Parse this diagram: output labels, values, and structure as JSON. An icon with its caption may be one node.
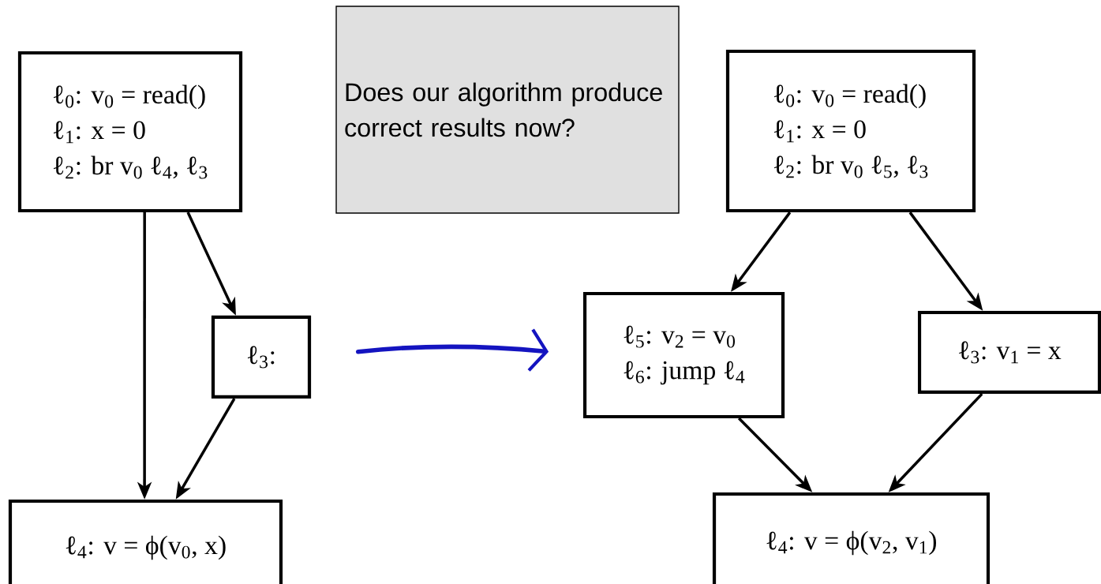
{
  "diagram": {
    "nodes": [
      {
        "text": [
          "ℓ$_{0}$: v$_{0}$ = read()",
          "ℓ$_{1}$: x = 0",
          "ℓ$_{2}$: br v$_{0}$  ℓ$_{4}$,  ℓ$_{3}$"
        ]
      },
      {
        "text": [
          "ℓ$_{3}$:"
        ]
      },
      {
        "text": [
          "ℓ$_{4}$: v = ϕ(v$_{0}$, x)"
        ]
      },
      {
        "text": [
          "Does our algorithm produce correct results now?"
        ]
      },
      {
        "text": [
          "ℓ$_{0}$: v$_{0}$ = read()",
          "ℓ$_{1}$: x = 0",
          "ℓ$_{2}$: br v$_{0}$  ℓ$_{5}$,  ℓ$_{3}$"
        ]
      },
      {
        "text": [
          "ℓ$_{5}$: v$_{2}$ = v$_{0}$",
          "ℓ$_{6}$: jump ℓ$_{4}$"
        ]
      },
      {
        "text": [
          "ℓ$_{3}$: v$_{1}$ = x"
        ]
      },
      {
        "text": [
          "ℓ$_{4}$: v = ϕ(v$_{2}$, v$_{1}$)"
        ]
      }
    ],
    "edges": [
      {
        "from": 0,
        "to": 2,
        "arrow": "to"
      },
      {
        "from": 0,
        "to": 1,
        "arrow": "to"
      },
      {
        "from": 1,
        "to": 2,
        "arrow": "to"
      },
      {
        "from": 4,
        "to": 5,
        "arrow": "to"
      },
      {
        "from": 4,
        "to": 6,
        "arrow": "to"
      },
      {
        "from": 5,
        "to": 7,
        "arrow": "to"
      },
      {
        "from": 6,
        "to": 7,
        "arrow": "to"
      },
      {
        "from": 1,
        "to": 5,
        "arrow": "to",
        "color": "#1414c0"
      }
    ]
  }
}
